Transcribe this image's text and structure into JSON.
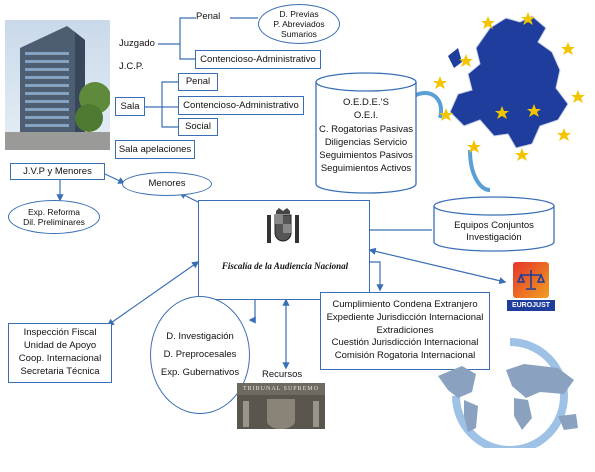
{
  "colors": {
    "line": "#3b6fb5",
    "eu_blue": "#1f3d9c",
    "star": "#f5c400",
    "world": "#7aa8d8"
  },
  "juzgado": {
    "title": "Juzgado",
    "penal": "Penal",
    "penal_sub": [
      "D. Previas",
      "P. Abreviados",
      "Sumarios"
    ],
    "contencioso": "Contencioso-Administrativo"
  },
  "jcp": "J.C.P.",
  "sala": {
    "title": "Sala",
    "penal": "Penal",
    "contencioso": "Contencioso-Administrativo",
    "social": "Social",
    "apelaciones": "Sala apelaciones"
  },
  "jvp": "J.V.P y Menores",
  "menores": "Menores",
  "exp_reforma": [
    "Exp. Reforma",
    "Dil. Preliminares"
  ],
  "center": {
    "title": "Fiscalía de la Audiencia Nacional",
    "icon": "spain-coat-of-arms-icon"
  },
  "cylinder_top": [
    "O.E.D.E.’S",
    "O.E.I.",
    "C. Rogatorias Pasivas",
    "Diligencias Servicio",
    "Seguimientos Pasivos",
    "Seguimientos Activos"
  ],
  "cylinder_bottom": [
    "Equipos Conjuntos",
    "Investigación"
  ],
  "left_box": [
    "Inspección Fiscal",
    "Unidad de Apoyo",
    "Coop. Internacional",
    "Secretaria Técnica"
  ],
  "oval_mid": [
    "D. Investigación",
    "D. Preprocesales",
    "Exp. Gubernativos"
  ],
  "recursos": "Recursos",
  "supremo_sign": "TRIBUNAL SUPREMO",
  "right_box": [
    "Cumplimiento Condena Extranjero",
    "Expediente Jurisdicción Internacional",
    "Extradiciones",
    "Cuestión Jurisdicción Internacional",
    "Comisión Rogatoria Internacional"
  ],
  "eurojust": "EUROJUST"
}
